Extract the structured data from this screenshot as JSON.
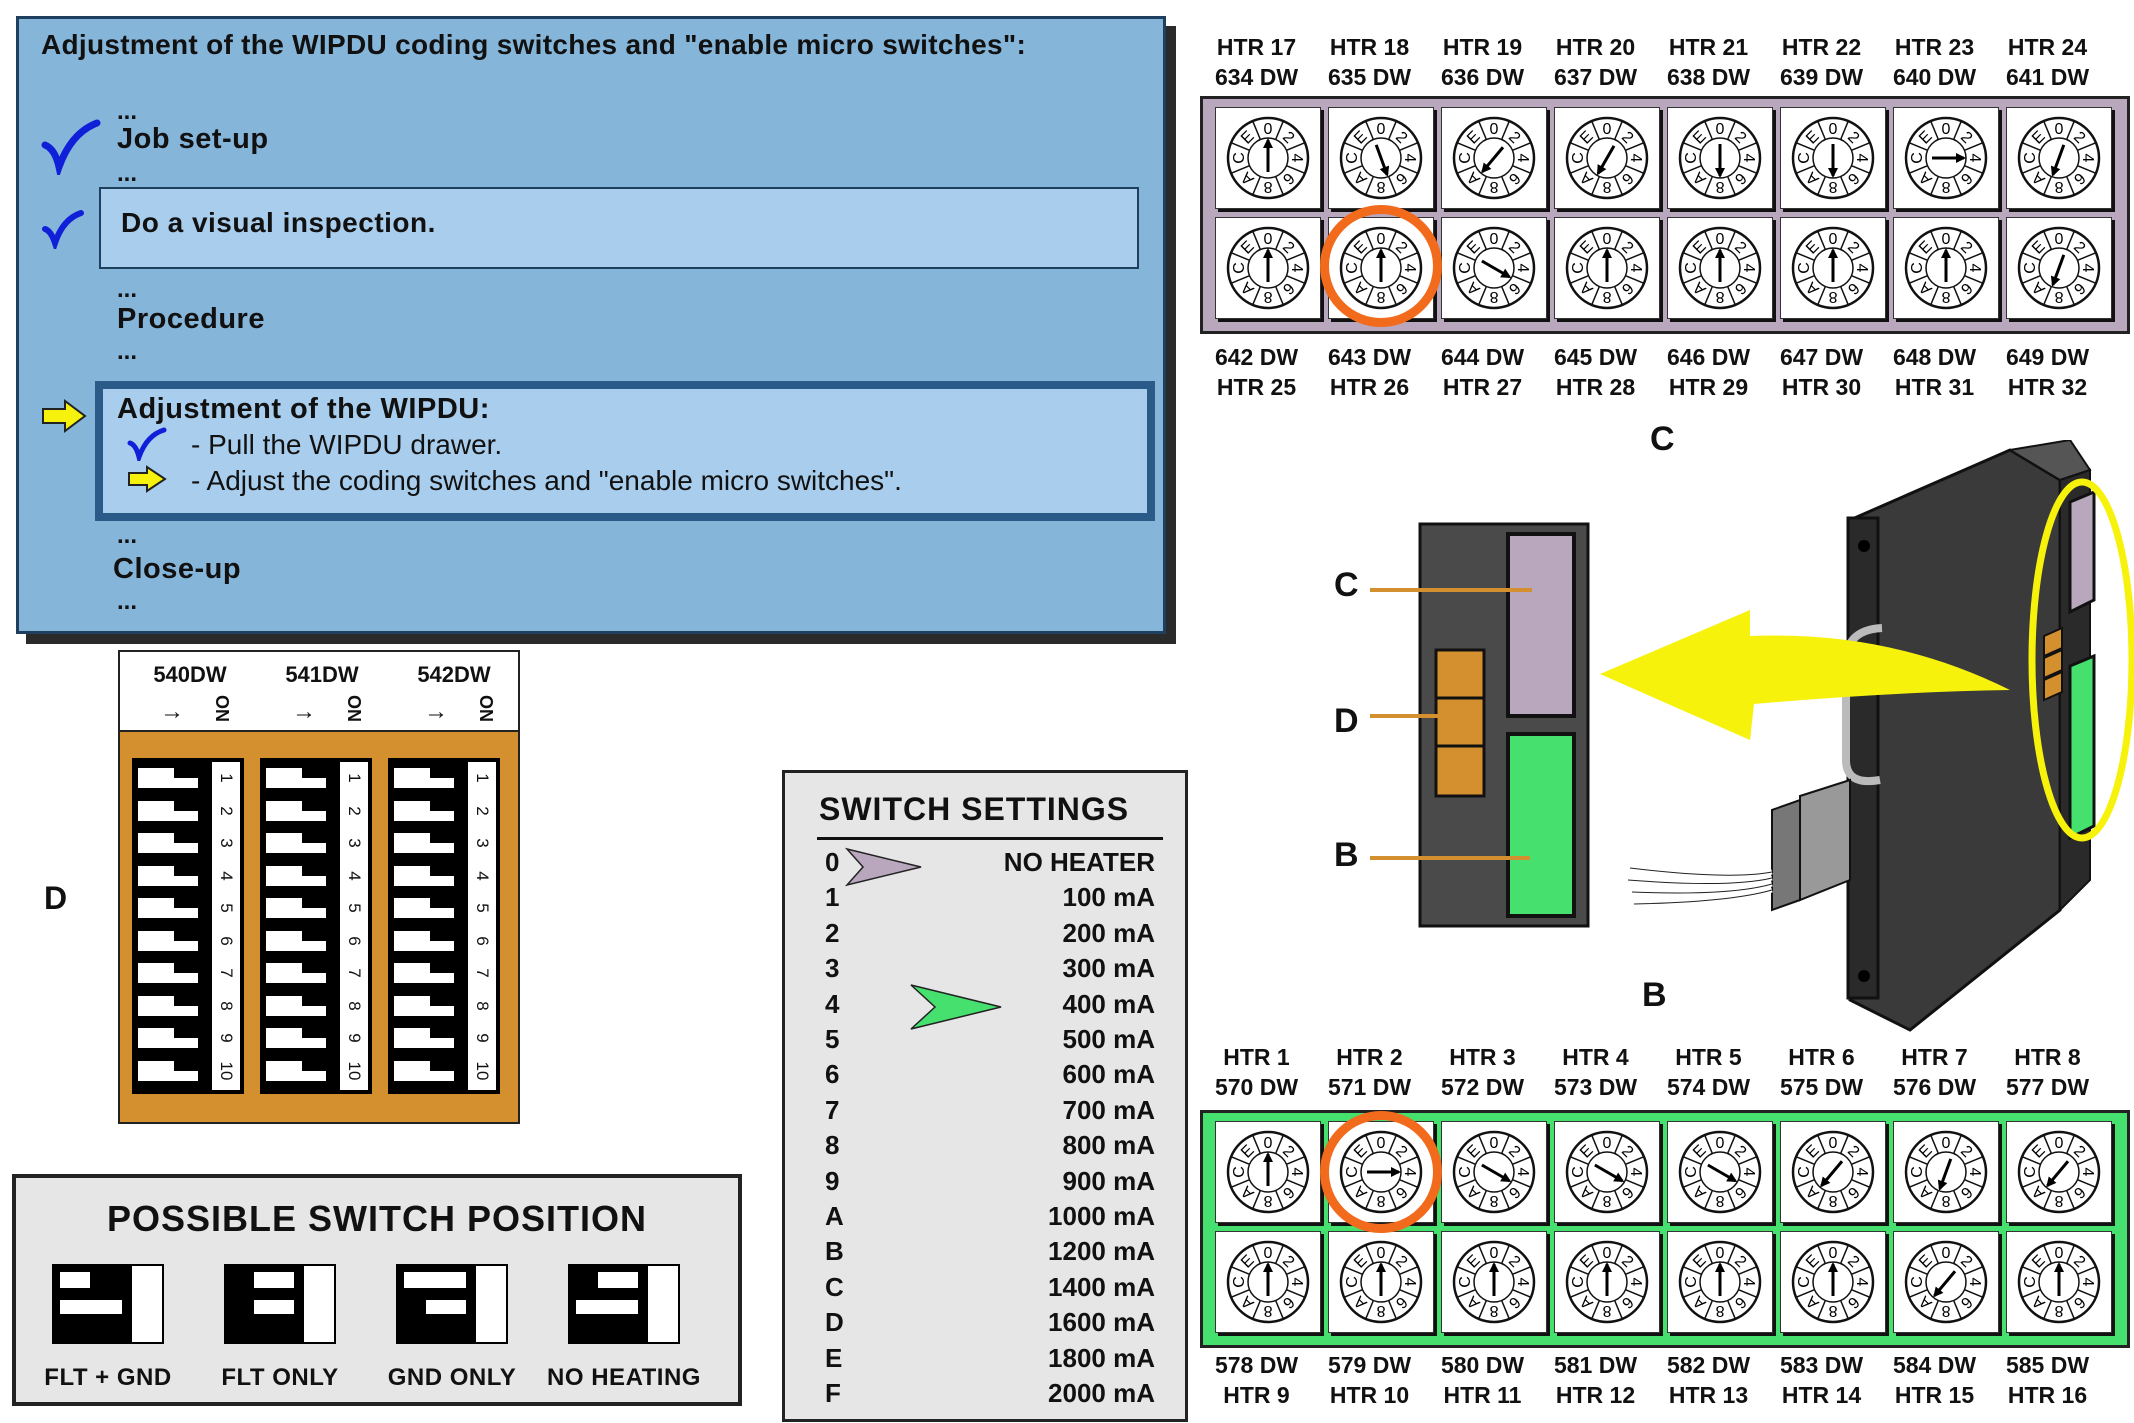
{
  "procedure": {
    "title": "Adjustment of the WIPDU coding switches and \"enable micro switches\":",
    "ellipsis": "...",
    "job_setup": "Job set-up",
    "visual_inspection": "Do a visual inspection.",
    "procedure_label": "Procedure",
    "adjustment_title": "Adjustment of the WIPDU:",
    "substeps": [
      "- Pull the WIPDU drawer.",
      "- Adjust the coding switches and \"enable micro switches\"."
    ],
    "close_up": "Close-up"
  },
  "rotary_top": {
    "top_labels": [
      {
        "htr": "HTR 17",
        "dw": "634 DW"
      },
      {
        "htr": "HTR 18",
        "dw": "635 DW"
      },
      {
        "htr": "HTR 19",
        "dw": "636 DW"
      },
      {
        "htr": "HTR 20",
        "dw": "637 DW"
      },
      {
        "htr": "HTR 21",
        "dw": "638 DW"
      },
      {
        "htr": "HTR 22",
        "dw": "639 DW"
      },
      {
        "htr": "HTR 23",
        "dw": "640 DW"
      },
      {
        "htr": "HTR 24",
        "dw": "641 DW"
      }
    ],
    "bottom_labels": [
      {
        "dw": "642 DW",
        "htr": "HTR 25"
      },
      {
        "dw": "643 DW",
        "htr": "HTR 26"
      },
      {
        "dw": "644 DW",
        "htr": "HTR 27"
      },
      {
        "dw": "645 DW",
        "htr": "HTR 28"
      },
      {
        "dw": "646 DW",
        "htr": "HTR 29"
      },
      {
        "dw": "647 DW",
        "htr": "HTR 30"
      },
      {
        "dw": "648 DW",
        "htr": "HTR 31"
      },
      {
        "dw": "649 DW",
        "htr": "HTR 32"
      }
    ],
    "panel_color": "#b8a7bd",
    "letter": "C"
  },
  "rotary_bottom": {
    "top_labels": [
      {
        "htr": "HTR 1",
        "dw": "570 DW"
      },
      {
        "htr": "HTR 2",
        "dw": "571 DW"
      },
      {
        "htr": "HTR 3",
        "dw": "572 DW"
      },
      {
        "htr": "HTR 4",
        "dw": "573 DW"
      },
      {
        "htr": "HTR 5",
        "dw": "574 DW"
      },
      {
        "htr": "HTR 6",
        "dw": "575 DW"
      },
      {
        "htr": "HTR 7",
        "dw": "576 DW"
      },
      {
        "htr": "HTR 8",
        "dw": "577 DW"
      }
    ],
    "bottom_labels": [
      {
        "dw": "578 DW",
        "htr": "HTR 9"
      },
      {
        "dw": "579 DW",
        "htr": "HTR 10"
      },
      {
        "dw": "580 DW",
        "htr": "HTR 11"
      },
      {
        "dw": "581 DW",
        "htr": "HTR 12"
      },
      {
        "dw": "582 DW",
        "htr": "HTR 13"
      },
      {
        "dw": "583 DW",
        "htr": "HTR 14"
      },
      {
        "dw": "584 DW",
        "htr": "HTR 15"
      },
      {
        "dw": "585 DW",
        "htr": "HTR 16"
      }
    ],
    "panel_color": "#45e06e",
    "letter": "B"
  },
  "dial_glyphs": [
    "0",
    "2",
    "4",
    "6",
    "8",
    "A",
    "C",
    "E"
  ],
  "drawer": {
    "label_c": "C",
    "label_d": "D",
    "label_b": "B"
  },
  "dip": {
    "letter": "D",
    "banks": [
      "540DW",
      "541DW",
      "542DW"
    ],
    "on_label": "ON",
    "numbers": [
      "1",
      "2",
      "3",
      "4",
      "5",
      "6",
      "7",
      "8",
      "9",
      "10"
    ]
  },
  "possible": {
    "title": "POSSIBLE SWITCH POSITION",
    "positions": [
      "FLT + GND",
      "FLT ONLY",
      "GND ONLY",
      "NO HEATING"
    ]
  },
  "settings": {
    "title": "SWITCH SETTINGS",
    "rows": [
      {
        "key": "0",
        "value": "NO HEATER"
      },
      {
        "key": "1",
        "value": "100 mA"
      },
      {
        "key": "2",
        "value": "200 mA"
      },
      {
        "key": "3",
        "value": "300 mA"
      },
      {
        "key": "4",
        "value": "400 mA"
      },
      {
        "key": "5",
        "value": "500 mA"
      },
      {
        "key": "6",
        "value": "600 mA"
      },
      {
        "key": "7",
        "value": "700 mA"
      },
      {
        "key": "8",
        "value": "800 mA"
      },
      {
        "key": "9",
        "value": "900 mA"
      },
      {
        "key": "A",
        "value": "1000 mA"
      },
      {
        "key": "B",
        "value": "1200 mA"
      },
      {
        "key": "C",
        "value": "1400 mA"
      },
      {
        "key": "D",
        "value": "1600 mA"
      },
      {
        "key": "E",
        "value": "1800 mA"
      },
      {
        "key": "F",
        "value": "2000 mA"
      }
    ],
    "arrow_colors": {
      "purple": "#b8a7bd",
      "green": "#45e06e"
    }
  },
  "colors": {
    "accent_blue": "#86b5da",
    "highlight_orange": "#f26a1b",
    "yellow": "#f6f20c",
    "orange_panel": "#d4902e"
  }
}
